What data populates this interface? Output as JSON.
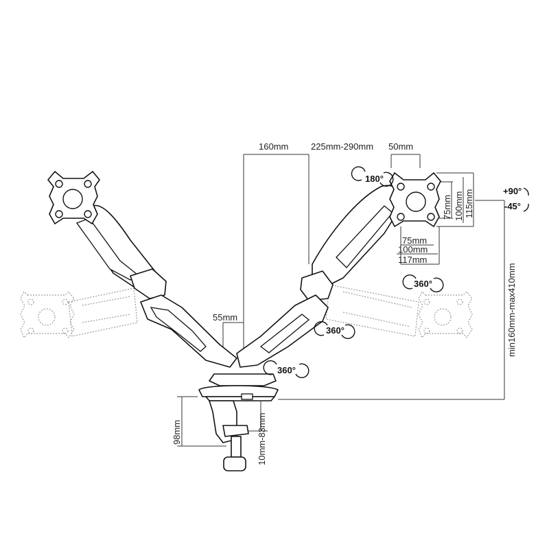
{
  "dimensions": {
    "arm_offset": "160mm",
    "arm_length": "225mm-290mm",
    "plate_offset": "50mm",
    "post_width": "55mm",
    "vesa_inner_h": "75mm",
    "vesa_mid_h": "100mm",
    "vesa_outer_h": "115mm",
    "vesa_inner_w": "75mm",
    "vesa_mid_w": "100mm",
    "vesa_outer_w": "117mm",
    "height_range": "min160mm-max410mm",
    "clamp_height": "98mm",
    "desk_thickness": "10mm-83mm"
  },
  "rotations": {
    "rotate_plate": "180°",
    "tilt_up": "+90°",
    "tilt_down": "-45°",
    "swivel_head": "360°",
    "swivel_elbow": "360°",
    "swivel_base": "360°"
  }
}
